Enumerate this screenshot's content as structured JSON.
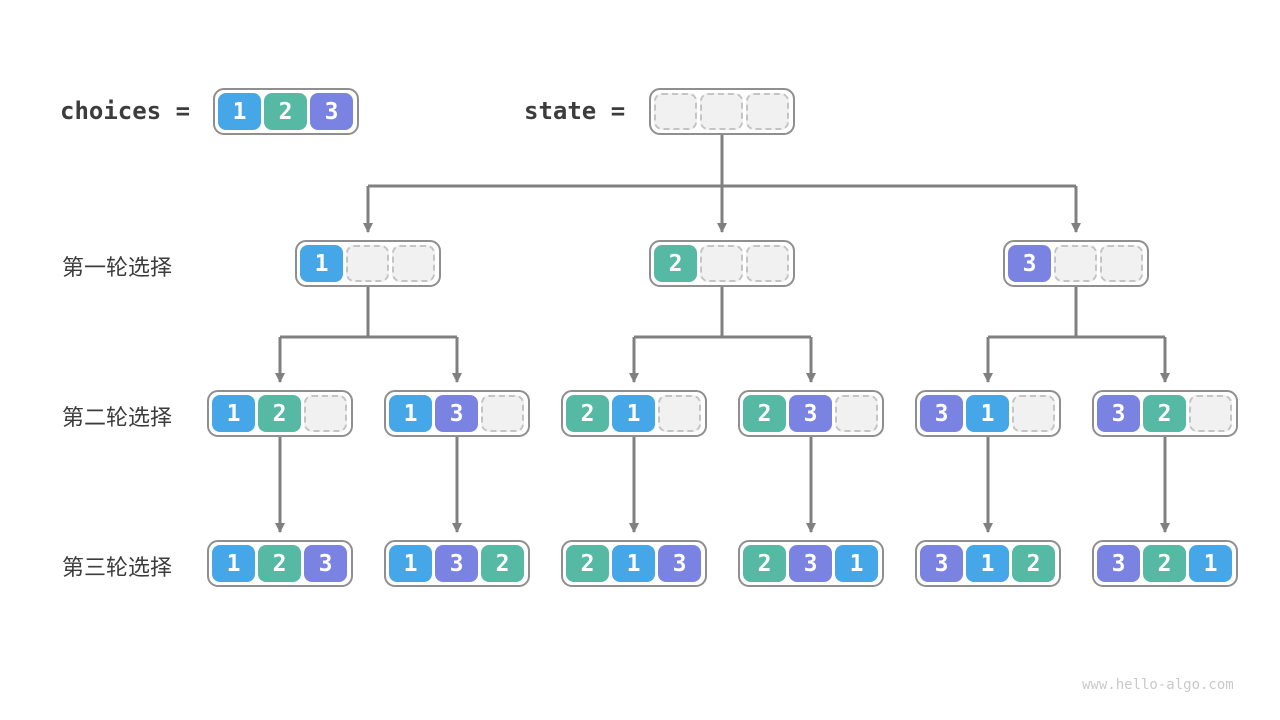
{
  "header": {
    "choices": {
      "label": "choices =",
      "cells": [
        1,
        2,
        3
      ]
    },
    "state": {
      "label": "state =",
      "cells": [
        null,
        null,
        null
      ]
    }
  },
  "rows": [
    {
      "label": "第一轮选择",
      "nodes": [
        [
          1,
          null,
          null
        ],
        [
          2,
          null,
          null
        ],
        [
          3,
          null,
          null
        ]
      ]
    },
    {
      "label": "第二轮选择",
      "nodes": [
        [
          1,
          2,
          null
        ],
        [
          1,
          3,
          null
        ],
        [
          2,
          1,
          null
        ],
        [
          2,
          3,
          null
        ],
        [
          3,
          1,
          null
        ],
        [
          3,
          2,
          null
        ]
      ]
    },
    {
      "label": "第三轮选择",
      "nodes": [
        [
          1,
          2,
          3
        ],
        [
          1,
          3,
          2
        ],
        [
          2,
          1,
          3
        ],
        [
          2,
          3,
          1
        ],
        [
          3,
          1,
          2
        ],
        [
          3,
          2,
          1
        ]
      ]
    }
  ],
  "colors": {
    "1": "#46a7e8",
    "2": "#55b9a4",
    "3": "#7b83e2",
    "line": "#808080",
    "empty_fill": "#f1f1f1",
    "empty_border": "#c4c4c4",
    "box_border": "#8f8f8f",
    "label_text": "#3c3c3c",
    "watermark_text": "#c9c9c9"
  },
  "watermark": "www.hello-algo.com"
}
